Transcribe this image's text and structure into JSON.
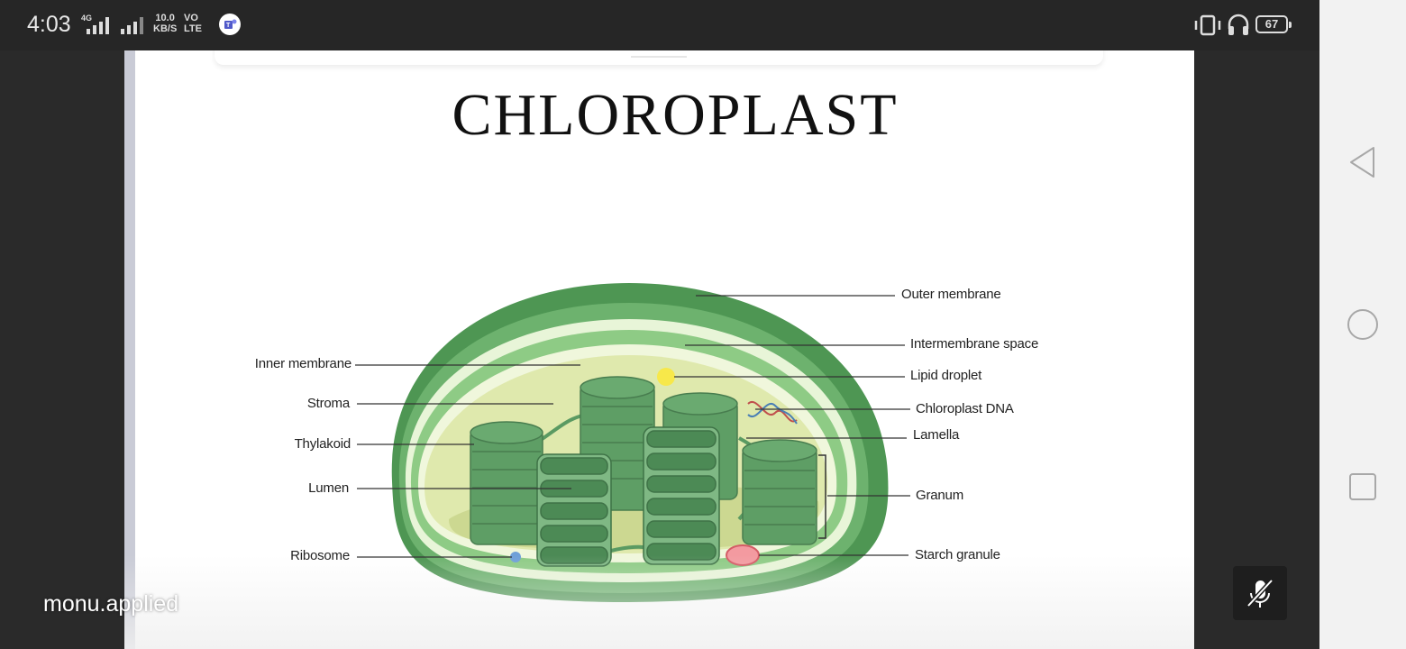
{
  "status_bar": {
    "time": "4:03",
    "network_type": "4G",
    "speed_value": "10.0",
    "speed_unit": "KB/S",
    "volte_top": "VO",
    "volte_bottom": "LTE",
    "battery_level": "67"
  },
  "slide": {
    "title": "CHLOROPLAST",
    "labels": {
      "outer_membrane": "Outer membrane",
      "intermembrane_space": "Intermembrane space",
      "lipid_droplet": "Lipid droplet",
      "chloroplast_dna": "Chloroplast DNA",
      "lamella": "Lamella",
      "granum": "Granum",
      "starch_granule": "Starch granule",
      "inner_membrane": "Inner membrane",
      "stroma": "Stroma",
      "thylakoid": "Thylakoid",
      "lumen": "Lumen",
      "ribosome": "Ribosome"
    }
  },
  "watermark": "monu.applied",
  "colors": {
    "outer_green": "#4f9a55",
    "inner_green": "#7cc47c",
    "stroma": "#d9e6a6",
    "thylakoid": "#5a9a62",
    "status_bar": "#262626",
    "nav_bar": "#f2f2f2"
  },
  "icons": {
    "teams": "teams-icon",
    "vibrate": "vibrate-icon",
    "headset": "headset-icon",
    "back": "back-triangle-icon",
    "home": "home-circle-icon",
    "recents": "recents-square-icon",
    "mic_off": "mic-off-icon"
  }
}
